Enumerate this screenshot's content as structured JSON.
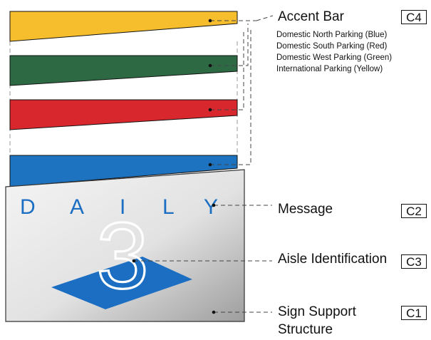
{
  "sign": {
    "message_text": "DAILY",
    "message_letters": [
      "D",
      "A",
      "I",
      "L",
      "Y"
    ],
    "aisle_number": "3"
  },
  "callouts": [
    {
      "id": "accent-bar",
      "label": "Accent Bar",
      "code": "C4"
    },
    {
      "id": "message",
      "label": "Message",
      "code": "C2"
    },
    {
      "id": "aisle-identification",
      "label": "Aisle Identification",
      "code": "C3"
    },
    {
      "id": "sign-support-structure",
      "label_line1": "Sign Support",
      "label_line2": "Structure",
      "code": "C1"
    }
  ],
  "accent_notes": [
    "Domestic North Parking (Blue)",
    "Domestic South Parking (Red)",
    "Domestic West Parking (Green)",
    "International Parking (Yellow)"
  ],
  "colors": {
    "yellow": "#f6be2c",
    "green": "#2d6a43",
    "red": "#d9272e",
    "blue": "#1d73c0",
    "message_blue": "#1b6ec2",
    "aisle_diamond": "#1b6ec2",
    "panel_light": "#f4f4f4",
    "panel_dark": "#9e9e9e",
    "leader": "#444444"
  }
}
